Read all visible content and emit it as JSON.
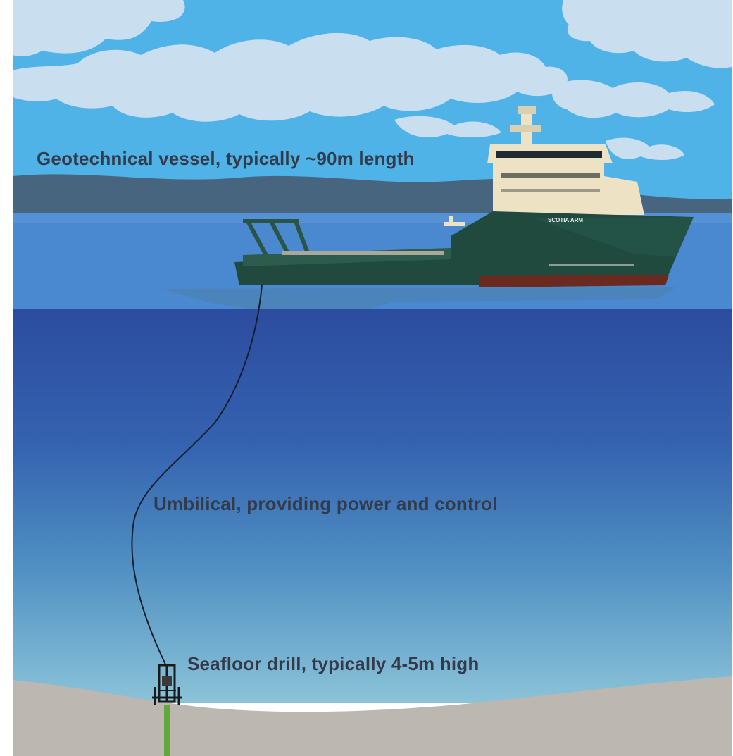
{
  "annotations": {
    "vessel": "Geotechnical vessel, typically ~90m length",
    "umbilical": "Umbilical, providing power and control",
    "drill": "Seafloor drill, typically 4-5m high"
  },
  "ship_name": "SCOTIA ARM",
  "colors": {
    "sky": "#4fb3e8",
    "clouds": "#c9dff0",
    "hills": "#47657f",
    "sea_surface": "#4a88d0",
    "deep_water": "#2f4fa3",
    "seafloor": "#bdb7b2",
    "hull": "#1f4a3d",
    "superstructure": "#ede3c4",
    "borehole": "#63a83a",
    "text": "#333b4a"
  }
}
